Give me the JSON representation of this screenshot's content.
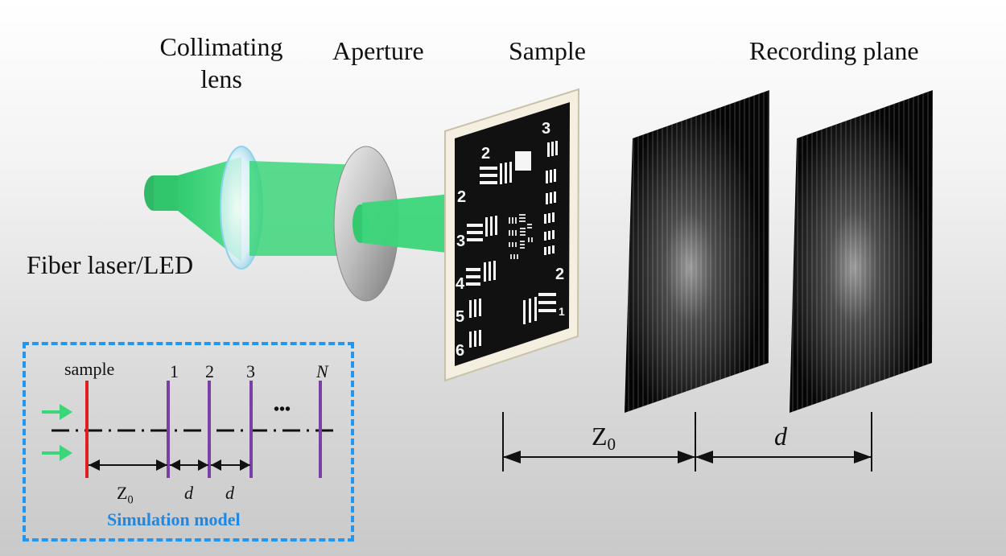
{
  "labels": {
    "collimating_lens_line1": "Collimating",
    "collimating_lens_line2": "lens",
    "aperture": "Aperture",
    "sample": "Sample",
    "recording_plane": "Recording plane",
    "source": "Fiber laser/LED",
    "z0_main": "Z",
    "z0_sub": "0",
    "d_main": "d"
  },
  "target": {
    "numbers": [
      "2",
      "3",
      "2",
      "3",
      "4",
      "5",
      "6",
      "2",
      "1"
    ]
  },
  "inset": {
    "title": "Simulation model",
    "sample_label": "sample",
    "plane_labels": [
      "1",
      "2",
      "3",
      "N"
    ],
    "ellipsis": "•••",
    "dist_z": "Z",
    "dist_z_sub": "0",
    "dist_d1": "d",
    "dist_d2": "d"
  },
  "colors": {
    "beam": "#3cd67a",
    "inset_border": "#2196f3",
    "inset_title": "#1e88e5",
    "sample_line": "#e02020",
    "plane_line": "#7b3fa8",
    "arrow_green": "#3cd67a"
  }
}
